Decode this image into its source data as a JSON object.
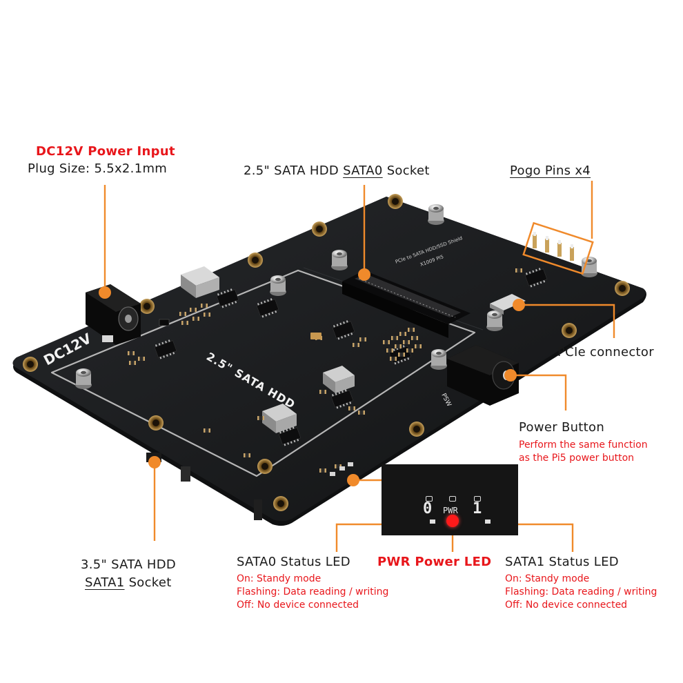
{
  "callouts": {
    "dc_input": {
      "title": "DC12V Power Input",
      "detail": "Plug Size: 5.5x2.1mm"
    },
    "sata0_socket": {
      "prefix": "2.5\" SATA HDD ",
      "underlined": "SATA0",
      "suffix": " Socket"
    },
    "pogo": {
      "label": "Pogo Pins x4"
    },
    "pcie": {
      "label": "PCIe connector"
    },
    "power_button": {
      "title": "Power Button",
      "desc_lines": [
        "Perform the same function",
        "as the Pi5 power button"
      ]
    },
    "sata1_socket": {
      "line1": "3.5\" SATA HDD",
      "underlined": "SATA1",
      "suffix": " Socket"
    },
    "sata0_led": {
      "title": "SATA0 Status LED",
      "lines": [
        "On: Standy mode",
        "Flashing: Data reading / writing",
        "Off: No device connected"
      ]
    },
    "pwr_led": {
      "title": "PWR Power LED"
    },
    "sata1_led": {
      "title": "SATA1 Status LED",
      "lines": [
        "On: Standy mode",
        "Flashing: Data reading / writing",
        "Off: No device connected"
      ]
    }
  },
  "board_text": {
    "dc12v": "DC12V",
    "hdd_area": "2.5\" SATA HDD",
    "pwr_silk": "PSW",
    "socket_silk": "PCIe to SATA HDD/SSD Shield",
    "socket_silk2": "X1009 PI5",
    "inset_0": "0",
    "inset_pwr": "PWR",
    "inset_1": "1"
  },
  "colors": {
    "accent_orange": "#f08a2b",
    "label_red": "#e8161b",
    "pcb": "#17181a",
    "led_red": "#ff1a1a"
  }
}
